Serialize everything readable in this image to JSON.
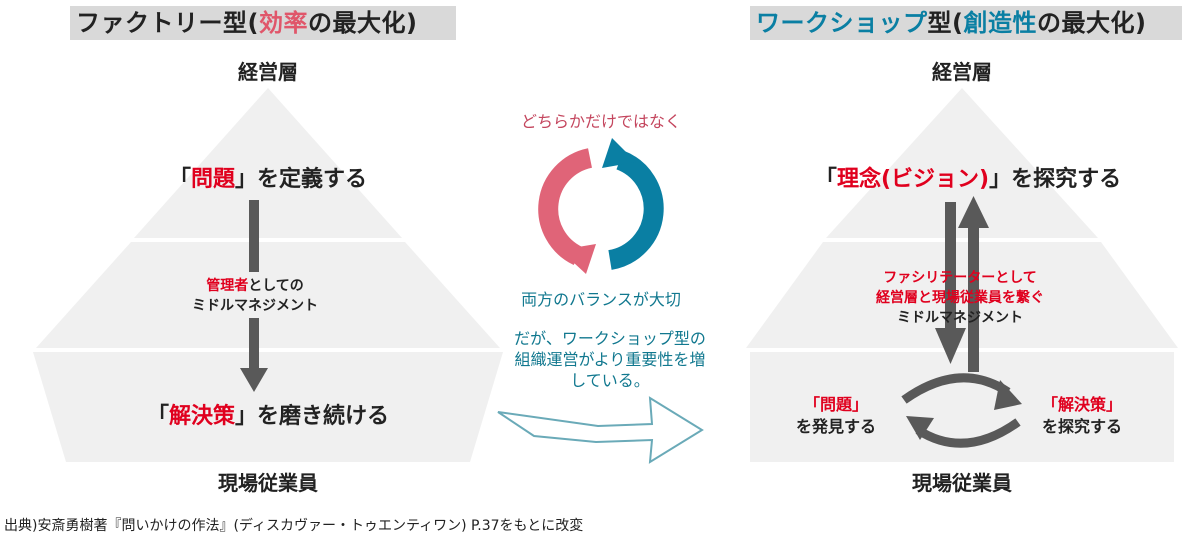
{
  "left": {
    "title_prefix": "ファクトリー型(",
    "title_emph": "効率",
    "title_suffix": "の最大化)",
    "top_label": "経営層",
    "bottom_label": "現場従業員",
    "top_q_open": "「",
    "top_q_word": "問題",
    "top_q_close": "」を定義する",
    "middle_red": "管理者",
    "middle_rest1": "としての",
    "middle_line2": "ミドルマネジメント",
    "bottom_q_open": "「",
    "bottom_q_word": "解決策",
    "bottom_q_close": "」を磨き続ける"
  },
  "center": {
    "top_text": "どちらかだけではなく",
    "bottom_text": "両方のバランスが大切",
    "arrow_line1": "だが、ワークショップ型の",
    "arrow_line2": "組織運営がより重要性を増",
    "arrow_line3": "している。"
  },
  "right": {
    "title_emph1": "ワークショップ",
    "title_mid": "型(",
    "title_emph2": "創造性",
    "title_suffix": "の最大化)",
    "top_label": "経営層",
    "bottom_label": "現場従業員",
    "top_q_open": "「",
    "top_q_word": "理念(ビジョン)",
    "top_q_close": "」を探究する",
    "mid_line1": "ファシリテーターとして",
    "mid_line2": "経営層と現場従業員を繋ぐ",
    "mid_line3": "ミドルマネジメント",
    "left_q1": "「問題」",
    "left_q2": "を発見する",
    "right_q1": "「解決策」",
    "right_q2": "を探究する"
  },
  "footer": {
    "source": "出典)安斎勇樹著『問いかけの作法』(ディスカヴァー・トゥエンティワン) P.37をもとに改変"
  },
  "colors": {
    "pyramid": "#f0f0f0",
    "arrow_gray": "#595959",
    "cycle_red": "#e06478",
    "cycle_blue": "#0a7fa3",
    "title_bg": "#d9d9d9",
    "emphasis_red": "#e0001e"
  }
}
